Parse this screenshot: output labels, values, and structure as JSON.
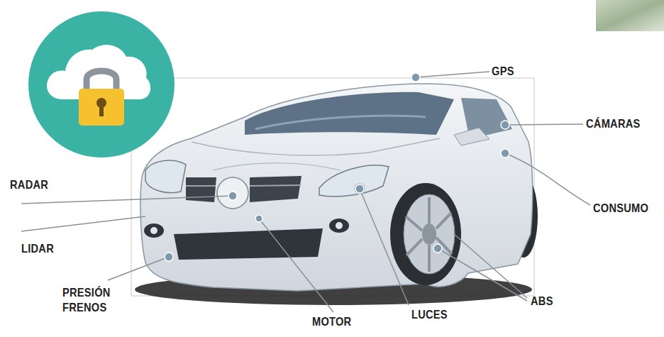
{
  "diagram": {
    "labels": [
      "GPS",
      "CÁMARAS",
      "CONSUMO",
      "ABS",
      "LUCES",
      "MOTOR",
      "PRESIÓN FRENOS",
      "LIDAR",
      "RADAR"
    ]
  }
}
